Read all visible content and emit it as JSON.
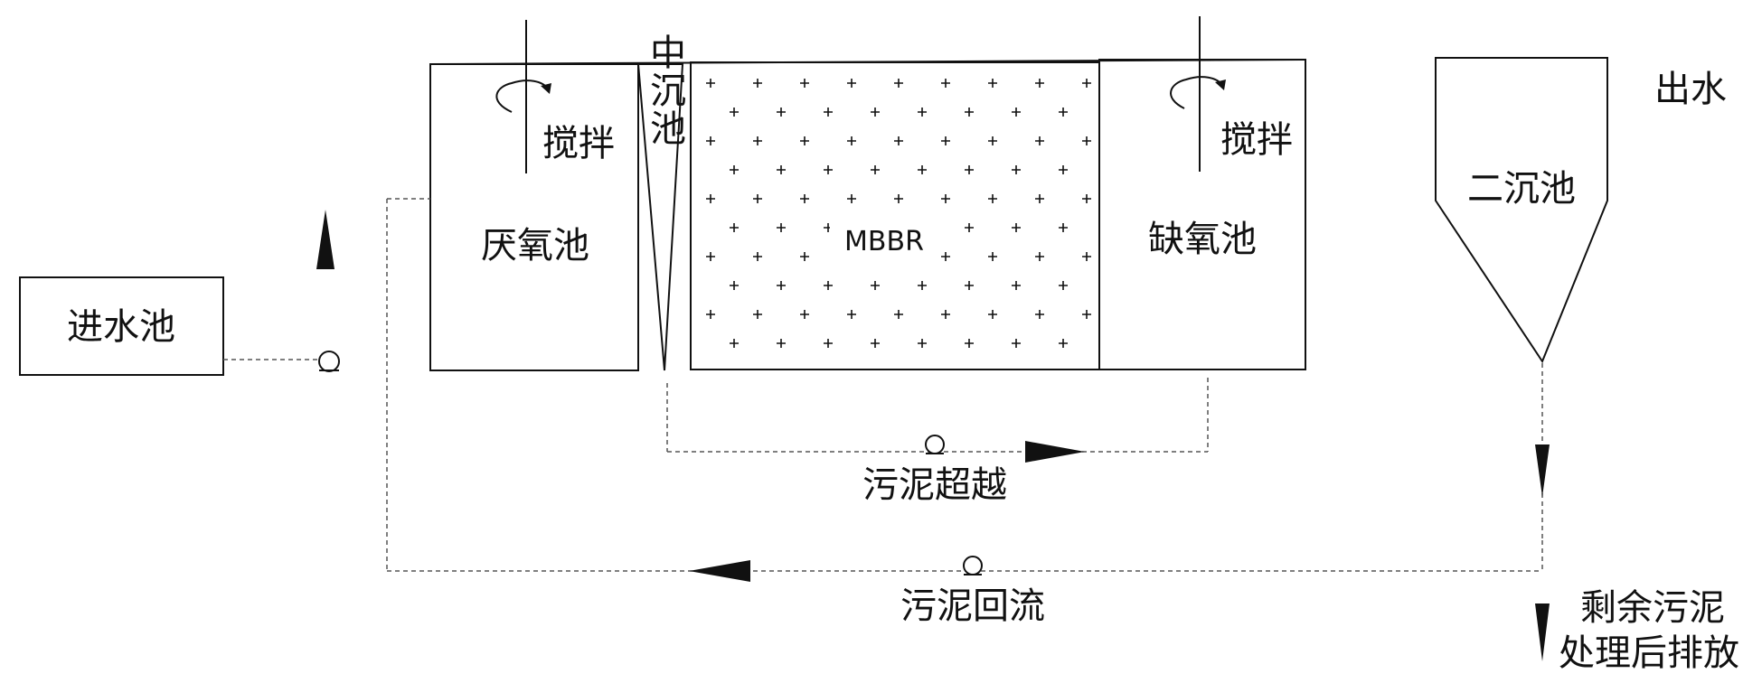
{
  "diagram": {
    "nodes": {
      "inlet_tank": "进水池",
      "anaerobic_tank": "厌氧池",
      "mid_settling_tank": "中沉池",
      "mbbr": "MBBR",
      "anoxic_tank": "缺氧池",
      "secondary_clarifier": "二沉池"
    },
    "labels": {
      "stir_left": "搅拌",
      "stir_right": "搅拌",
      "outlet": "出水",
      "sludge_bypass": "污泥超越",
      "sludge_return": "污泥回流",
      "excess_sludge_line1": "剩余污泥",
      "excess_sludge_line2": "处理后排放"
    }
  }
}
